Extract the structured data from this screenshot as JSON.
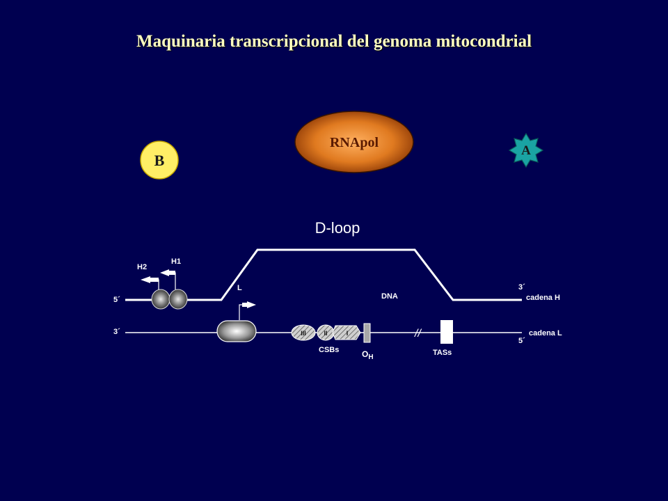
{
  "title": "Maquinaria transcripcional del genoma mitocondrial",
  "factors": {
    "rnapol": "RNApol",
    "b": "B",
    "a": "A"
  },
  "dna": {
    "dloop": "D-loop",
    "dna_label": "DNA",
    "h2": "H2",
    "h1": "H1",
    "l": "L",
    "five_prime_h": "5´",
    "three_prime_h": "3´",
    "three_prime_l": "3´",
    "five_prime_l": "5´",
    "strand_h": "cadena H",
    "strand_l": "cadena L",
    "csb_iii": "III",
    "csb_ii": "II",
    "csb_i": "I",
    "csbs": "CSBs",
    "oh_o": "O",
    "oh_h": "H",
    "tass": "TASs",
    "break_mark": "//"
  },
  "colors": {
    "background": "#000050",
    "title": "#ffffc0",
    "factor_b": "#ffee66",
    "factor_a": "#1aa3a3",
    "rnapol_edge": "#b84a00",
    "line": "#ffffff"
  }
}
